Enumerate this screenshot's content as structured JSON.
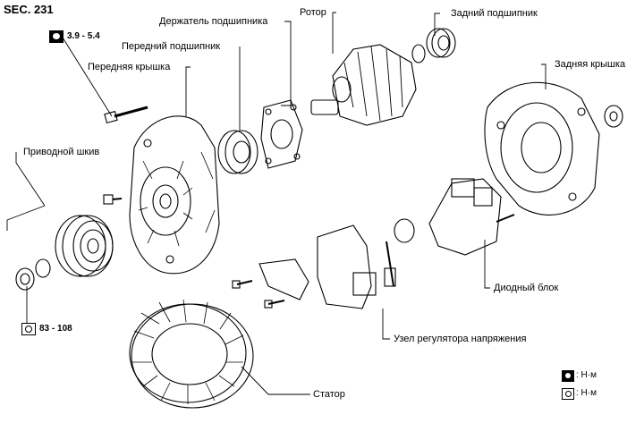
{
  "section": "SEC. 231",
  "torque": {
    "bolt": "3.9 - 5.4",
    "nut": "83 - 108"
  },
  "labels": {
    "bearing_retainer": "Держатель подшипника",
    "rotor": "Ротор",
    "rear_bearing": "Задний подшипник",
    "front_bearing": "Передний подшипник",
    "front_cover": "Передняя крышка",
    "rear_cover": "Задняя крышка",
    "pulley": "Приводной шкив",
    "diode_block": "Диодный блок",
    "regulator": "Узел регулятора напряжения",
    "stator": "Статор"
  },
  "legend": {
    "unit1": ": Н·м",
    "unit2": ": Н·м"
  },
  "icons": {
    "torque_icon_filled": "torque-wrench-icon",
    "torque_icon_outline": "torque-wrench-outline-icon"
  }
}
